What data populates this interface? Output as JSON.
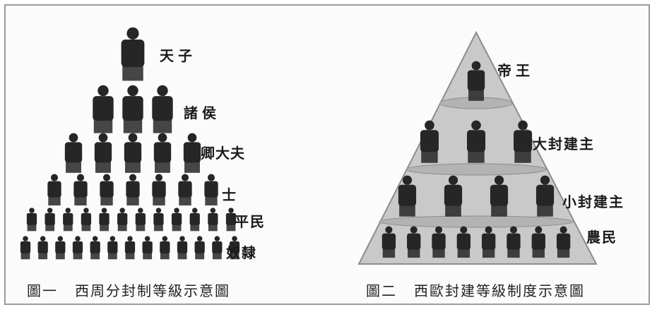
{
  "left_figure": {
    "levels": [
      {
        "label": "天子",
        "figures": 1
      },
      {
        "label": "諸侯",
        "figures": 3
      },
      {
        "label": "卿大夫",
        "figures": 5
      },
      {
        "label": "士",
        "figures": 7
      },
      {
        "label": "平民",
        "figures": 12
      },
      {
        "label": "奴隸",
        "figures": 13
      }
    ],
    "caption_number": "圖一",
    "caption_title": "西周分封制等級示意圖"
  },
  "right_figure": {
    "levels": [
      {
        "label": "帝王",
        "figures": 1
      },
      {
        "label": "大封建主",
        "figures": 3
      },
      {
        "label": "小封建主",
        "figures": 4
      },
      {
        "label": "農民",
        "figures": 8
      }
    ],
    "caption_number": "圖二",
    "caption_title": "西歐封建等級制度示意圖"
  },
  "colors": {
    "figure": "#262626",
    "pyramid_fill": "#c9c9c9",
    "pyramid_stroke": "#8c8c8c",
    "tier_band": "#b3b3b3"
  }
}
